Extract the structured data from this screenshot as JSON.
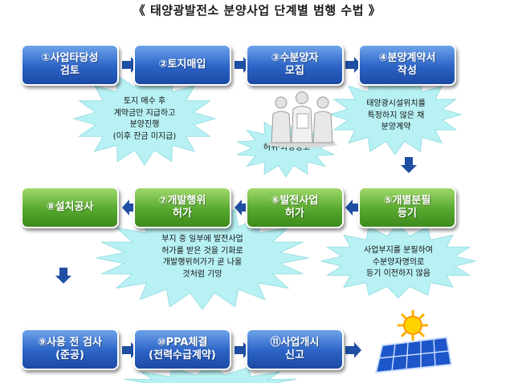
{
  "title": "《 태양광발전소 분양사업 단계별 범행 수법 》",
  "colors": {
    "blue": "#2b63c6",
    "green": "#56a82e",
    "burst": "#b8f1f3",
    "arrow": "#1f4fa3"
  },
  "steps": [
    {
      "id": 1,
      "label": "①사업타당성\n검토",
      "color": "blue"
    },
    {
      "id": 2,
      "label": "②토지매입",
      "color": "blue"
    },
    {
      "id": 3,
      "label": "③수분양자\n모집",
      "color": "blue"
    },
    {
      "id": 4,
      "label": "④분양계약서\n작성",
      "color": "blue"
    },
    {
      "id": 5,
      "label": "⑤개별분필\n등기",
      "color": "green"
    },
    {
      "id": 6,
      "label": "⑥발전사업\n허가",
      "color": "green"
    },
    {
      "id": 7,
      "label": "⑦개발행위\n허가",
      "color": "green"
    },
    {
      "id": 8,
      "label": "⑧설치공사",
      "color": "green"
    },
    {
      "id": 9,
      "label": "⑨사용 전 검사\n(준공)",
      "color": "blue"
    },
    {
      "id": 10,
      "label": "⑩PPA체결\n(전력수급계약)",
      "color": "blue"
    },
    {
      "id": 11,
      "label": "⑪사업개시\n신고",
      "color": "blue"
    }
  ],
  "notes": {
    "land_purchase": "토지 매수 후\n계약금만 지급하고\n분양진행\n(이후 잔금 미지급)",
    "false_ad": "허위·과장광고",
    "contract": "태양광시설위치를\n특정하지 않은 채\n분양계약",
    "subdivision": "사업부지를 분필하여\n수분양자명의로\n등기 이전하지 않음",
    "permit": "부지 중 일부에 발전사업\n허가를 받은 것을 기화로\n개발행위허가가 곧 나올\n것처럼 기망"
  },
  "icons": {
    "people": "business-people-icon",
    "solar": "solar-panel-icon"
  }
}
